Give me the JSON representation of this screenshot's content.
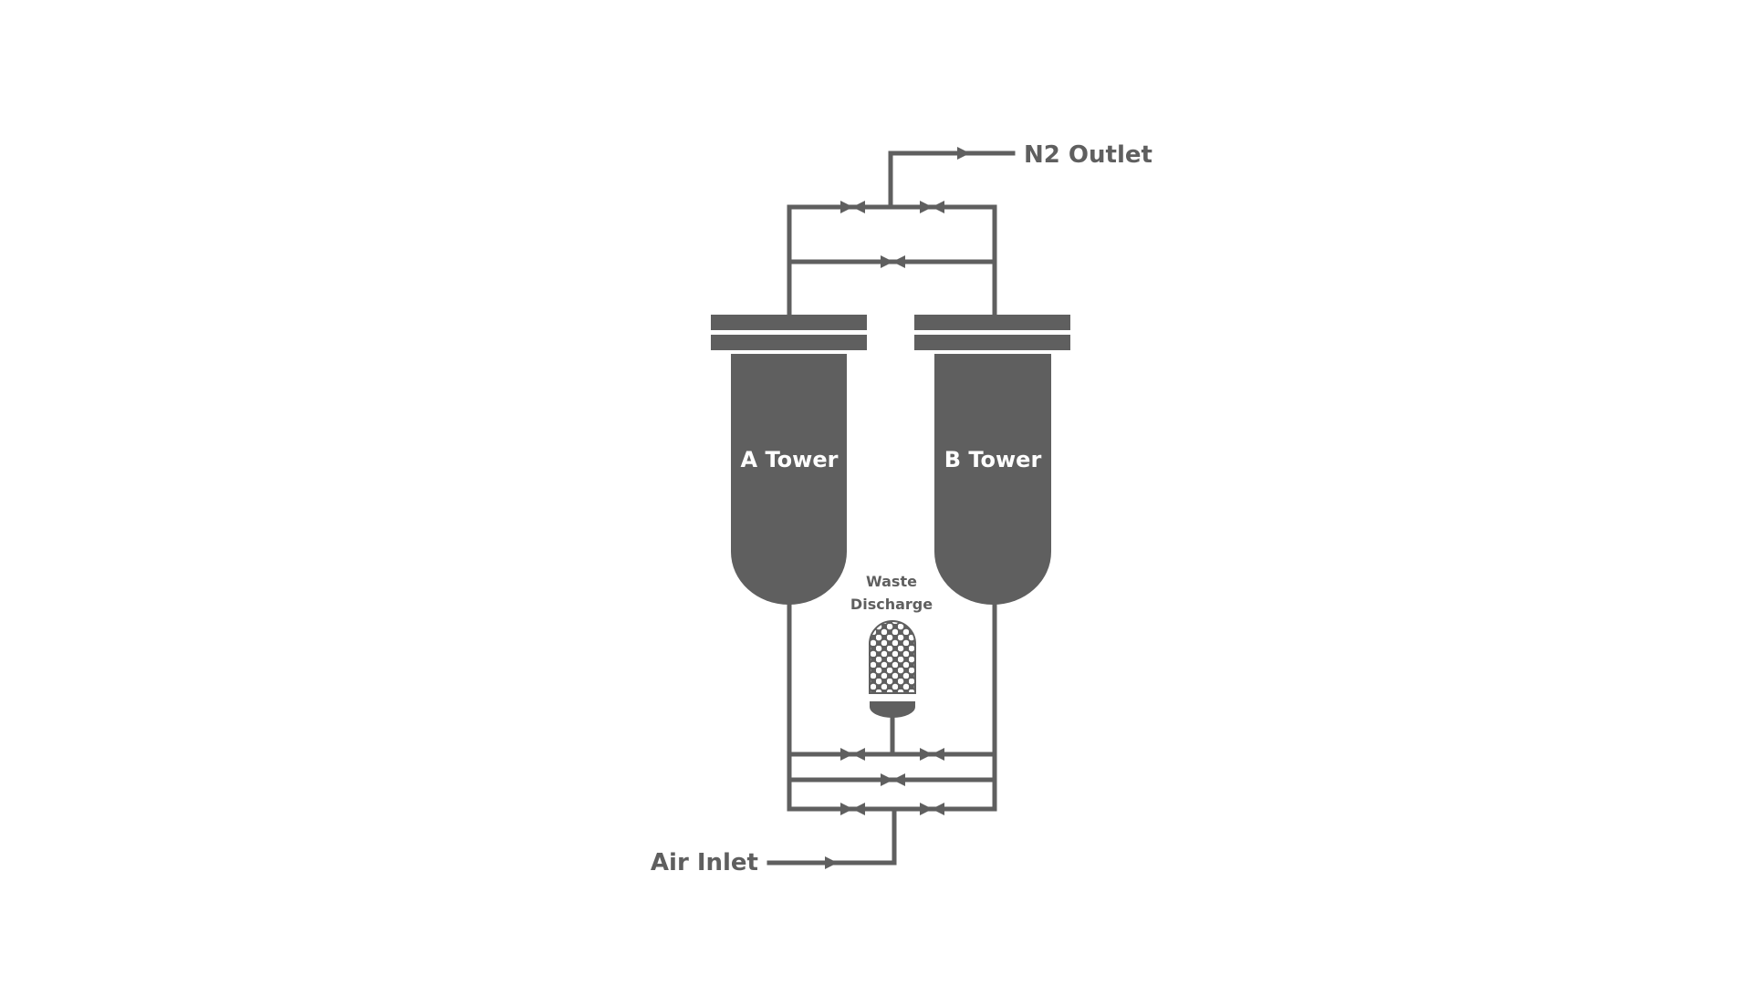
{
  "labels": {
    "n2_outlet": "N2 Outlet",
    "air_inlet": "Air Inlet",
    "tower_a": "A Tower",
    "tower_b": "B Tower",
    "waste_line1": "Waste",
    "waste_line2": "Discharge"
  },
  "colors": {
    "ink": "#5f5f5f",
    "background": "#ffffff",
    "tower_text": "#ffffff"
  },
  "icons": {
    "flow_arrow": "triangle-arrow-icon",
    "muffler": "waste-muffler-icon"
  }
}
